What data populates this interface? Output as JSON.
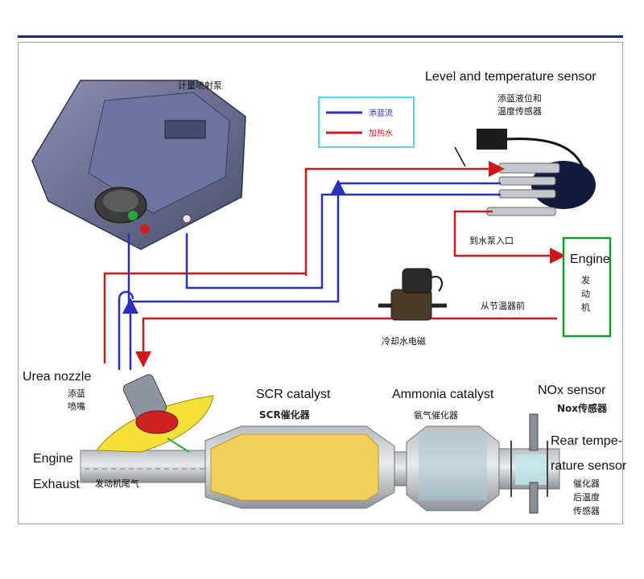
{
  "colors": {
    "urea_flow": "#2b2fbf",
    "heating_water": "#d01818",
    "engine_box": "#1a9a2a",
    "legend_box": "#5ad6e0"
  },
  "legend": {
    "urea_flow": "添蓝流",
    "heating_water": "加热水"
  },
  "labels": {
    "metering_pump_cn": "计量喷射泵",
    "level_sensor_en": "Level and temperature sensor",
    "level_sensor_cn_1": "添蓝液位和",
    "level_sensor_cn_2": "温度传感器",
    "to_water_pump_cn": "到水泵入口",
    "engine_box_en": "Engine",
    "engine_box_cn_1": "发",
    "engine_box_cn_2": "动",
    "engine_box_cn_3": "机",
    "from_thermostat_cn": "从节温器前",
    "coolant_valve_cn": "冷却水电磁",
    "urea_nozzle_en": "Urea nozzle",
    "urea_nozzle_cn_1": "添蓝",
    "urea_nozzle_cn_2": "喷嘴",
    "scr_catalyst_en": "SCR catalyst",
    "scr_catalyst_cn": "SCR催化器",
    "ammonia_catalyst_en": "Ammonia catalyst",
    "ammonia_catalyst_cn": "氨气催化器",
    "nox_sensor_en": "NOx sensor",
    "nox_sensor_cn": "Nox传感器",
    "rear_temp_en_1": "Rear tempe-",
    "rear_temp_en_2": "rature sensor",
    "rear_temp_cn_1": "催化器",
    "rear_temp_cn_2": "后温度",
    "rear_temp_cn_3": "传感器",
    "engine_exhaust_en_1": "Engine",
    "engine_exhaust_en_2": "Exhaust",
    "engine_exhaust_cn": "发动机尾气"
  }
}
